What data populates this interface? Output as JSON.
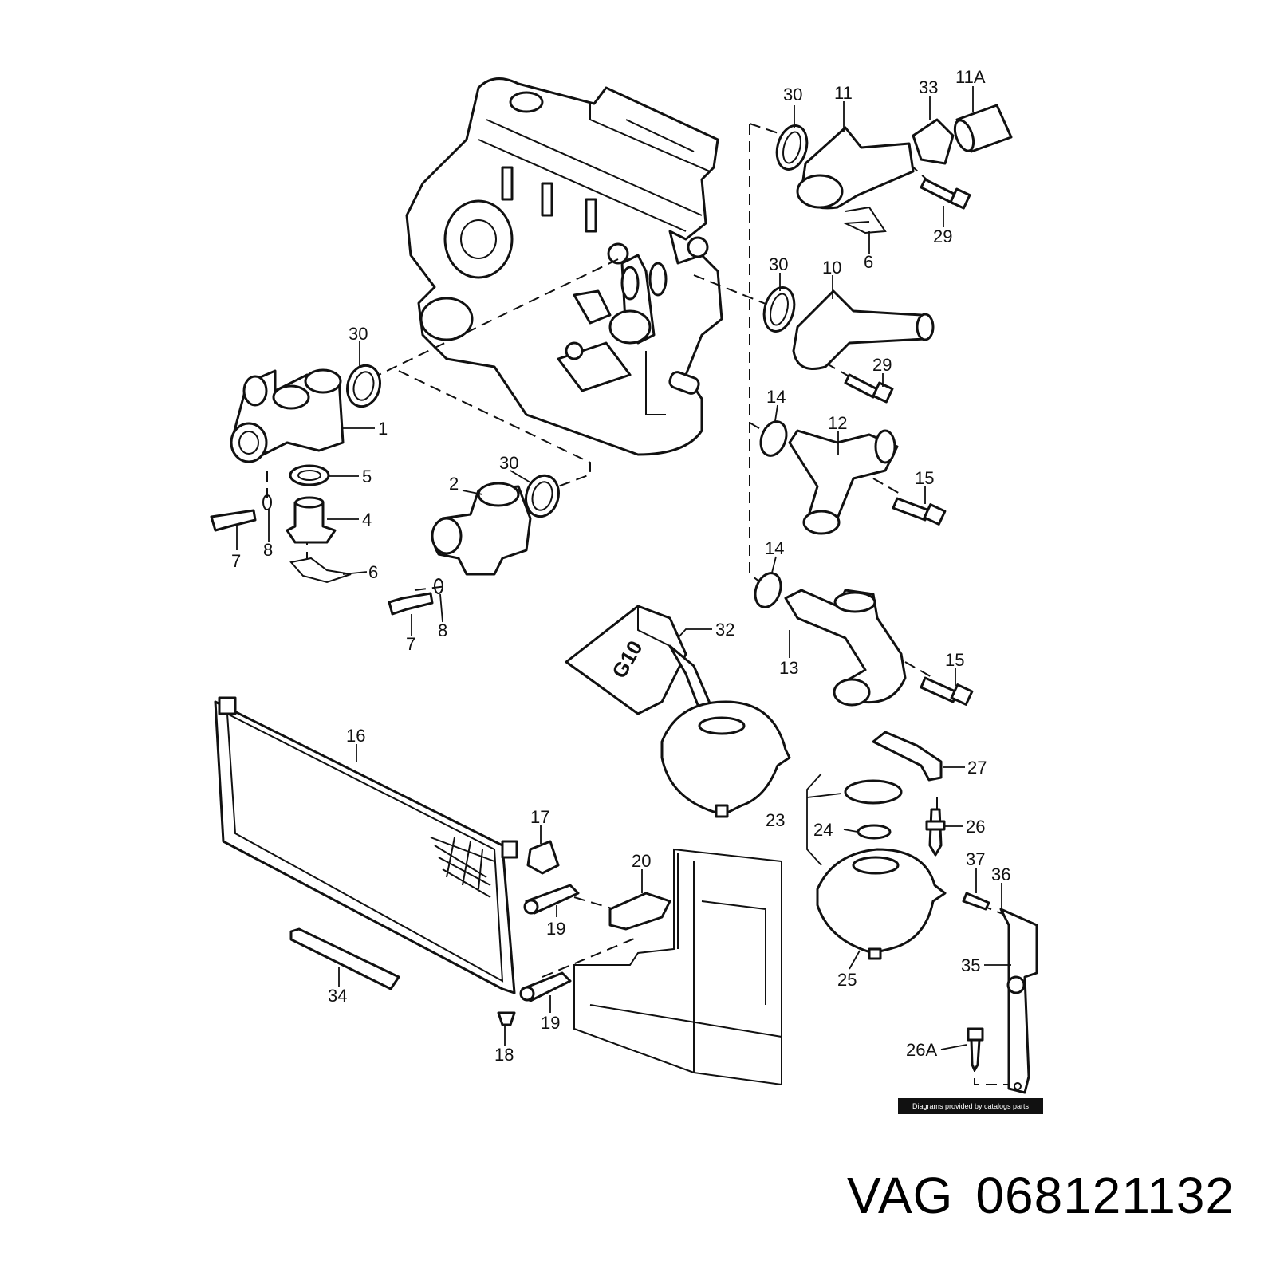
{
  "diagram": {
    "callouts": {
      "c30a": "30",
      "c11": "11",
      "c33": "33",
      "c11a": "11A",
      "c29a": "29",
      "c6a": "6",
      "c30b": "30",
      "c10": "10",
      "c29b": "29",
      "c30c": "30",
      "c1": "1",
      "c14a": "14",
      "c12": "12",
      "c15a": "15",
      "c30d": "30",
      "c2": "2",
      "c5": "5",
      "c4": "4",
      "c7a": "7",
      "c8a": "8",
      "c6b": "6",
      "c7b": "7",
      "c8b": "8",
      "c14b": "14",
      "c32": "32",
      "c13": "13",
      "c15b": "15",
      "c16": "16",
      "c27": "27",
      "c17": "17",
      "c20": "20",
      "c23": "23",
      "c24": "24",
      "c26": "26",
      "c37": "37",
      "c36": "36",
      "c19a": "19",
      "c35": "35",
      "c25": "25",
      "c34": "34",
      "c19b": "19",
      "c18": "18",
      "c26a": "26A"
    },
    "canister_marking": "G10"
  },
  "credit": "Diagrams provided by catalogs parts",
  "caption": {
    "brand": "VAG",
    "part_number": "068121132"
  }
}
